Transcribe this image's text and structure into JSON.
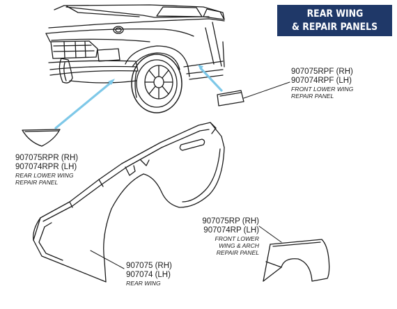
{
  "title": {
    "line1": "REAR WING",
    "line2": "& REPAIR PANELS"
  },
  "callouts": {
    "front_lower_wing": {
      "rh": "907075RPF (RH)",
      "lh": "907074RPF (LH)",
      "desc1": "FRONT LOWER WING",
      "desc2": "REPAIR PANEL"
    },
    "rear_lower_wing": {
      "rh": "907075RPR (RH)",
      "lh": "907074RPR (LH)",
      "desc1": "REAR LOWER WING",
      "desc2": "REPAIR PANEL"
    },
    "front_lower_arch": {
      "rh": "907075RP (RH)",
      "lh": "907074RP (LH)",
      "desc1": "FRONT LOWER",
      "desc2": "WING & ARCH",
      "desc3": "REPAIR PANEL"
    },
    "rear_wing": {
      "rh": "907075 (RH)",
      "lh": "907074 (LH)",
      "desc1": "REAR WING"
    }
  },
  "colors": {
    "title_bg": "#1f3868",
    "title_text": "#ffffff",
    "pointer": "#7ec8e8",
    "line": "#1a1a1a"
  }
}
